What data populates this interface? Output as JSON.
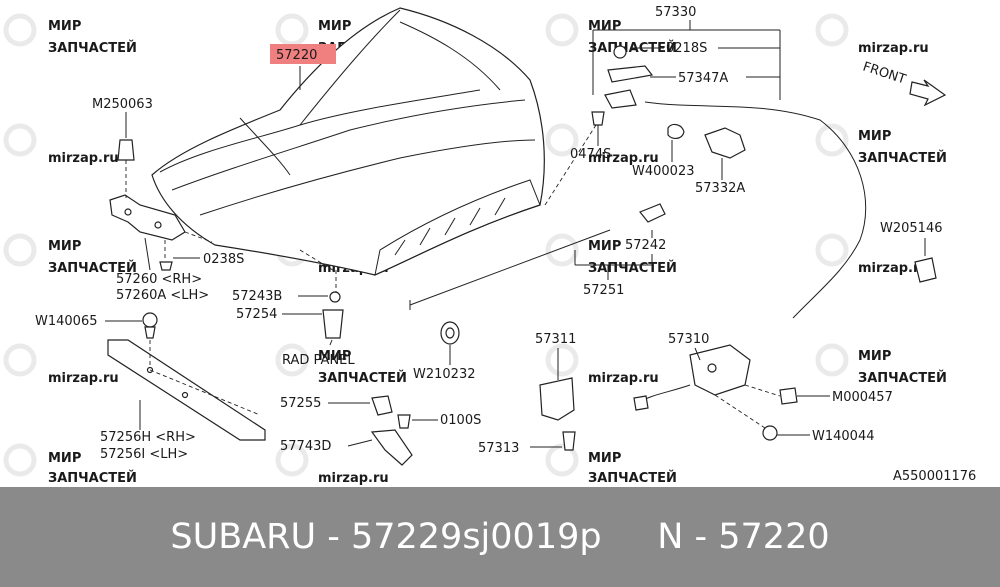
{
  "watermark": {
    "line1": "МИР",
    "line2": "ЗАПЧАСТЕЙ",
    "site": "mirzap.ru"
  },
  "highlight_color": "#f08080",
  "labels": {
    "p57220": "57220",
    "p57330": "57330",
    "p0218S": "0218S",
    "p57347A": "57347A",
    "front": "FRONT",
    "pM250063": "M250063",
    "p0474S": "0474S",
    "pW400023": "W400023",
    "p57332A": "57332A",
    "pW205146": "W205146",
    "p0238S": "0238S",
    "p57260": "57260 <RH>",
    "p57260A": "57260A <LH>",
    "p57243B": "57243B",
    "p57242": "57242",
    "p57251": "57251",
    "p57254": "57254",
    "pW140065": "W140065",
    "radpanel": "RAD PANEL",
    "pW210232": "W210232",
    "p57311": "57311",
    "p57310": "57310",
    "pM000457": "M000457",
    "p57256H": "57256H <RH>",
    "p57256I": "57256I <LH>",
    "p57255": "57255",
    "p0100S": "0100S",
    "p57743D": "57743D",
    "p57313": "57313",
    "pW140044": "W140044",
    "figure_id": "A550001176"
  },
  "footer": {
    "text": "SUBARU - 57229sj0019p     N - 57220"
  }
}
